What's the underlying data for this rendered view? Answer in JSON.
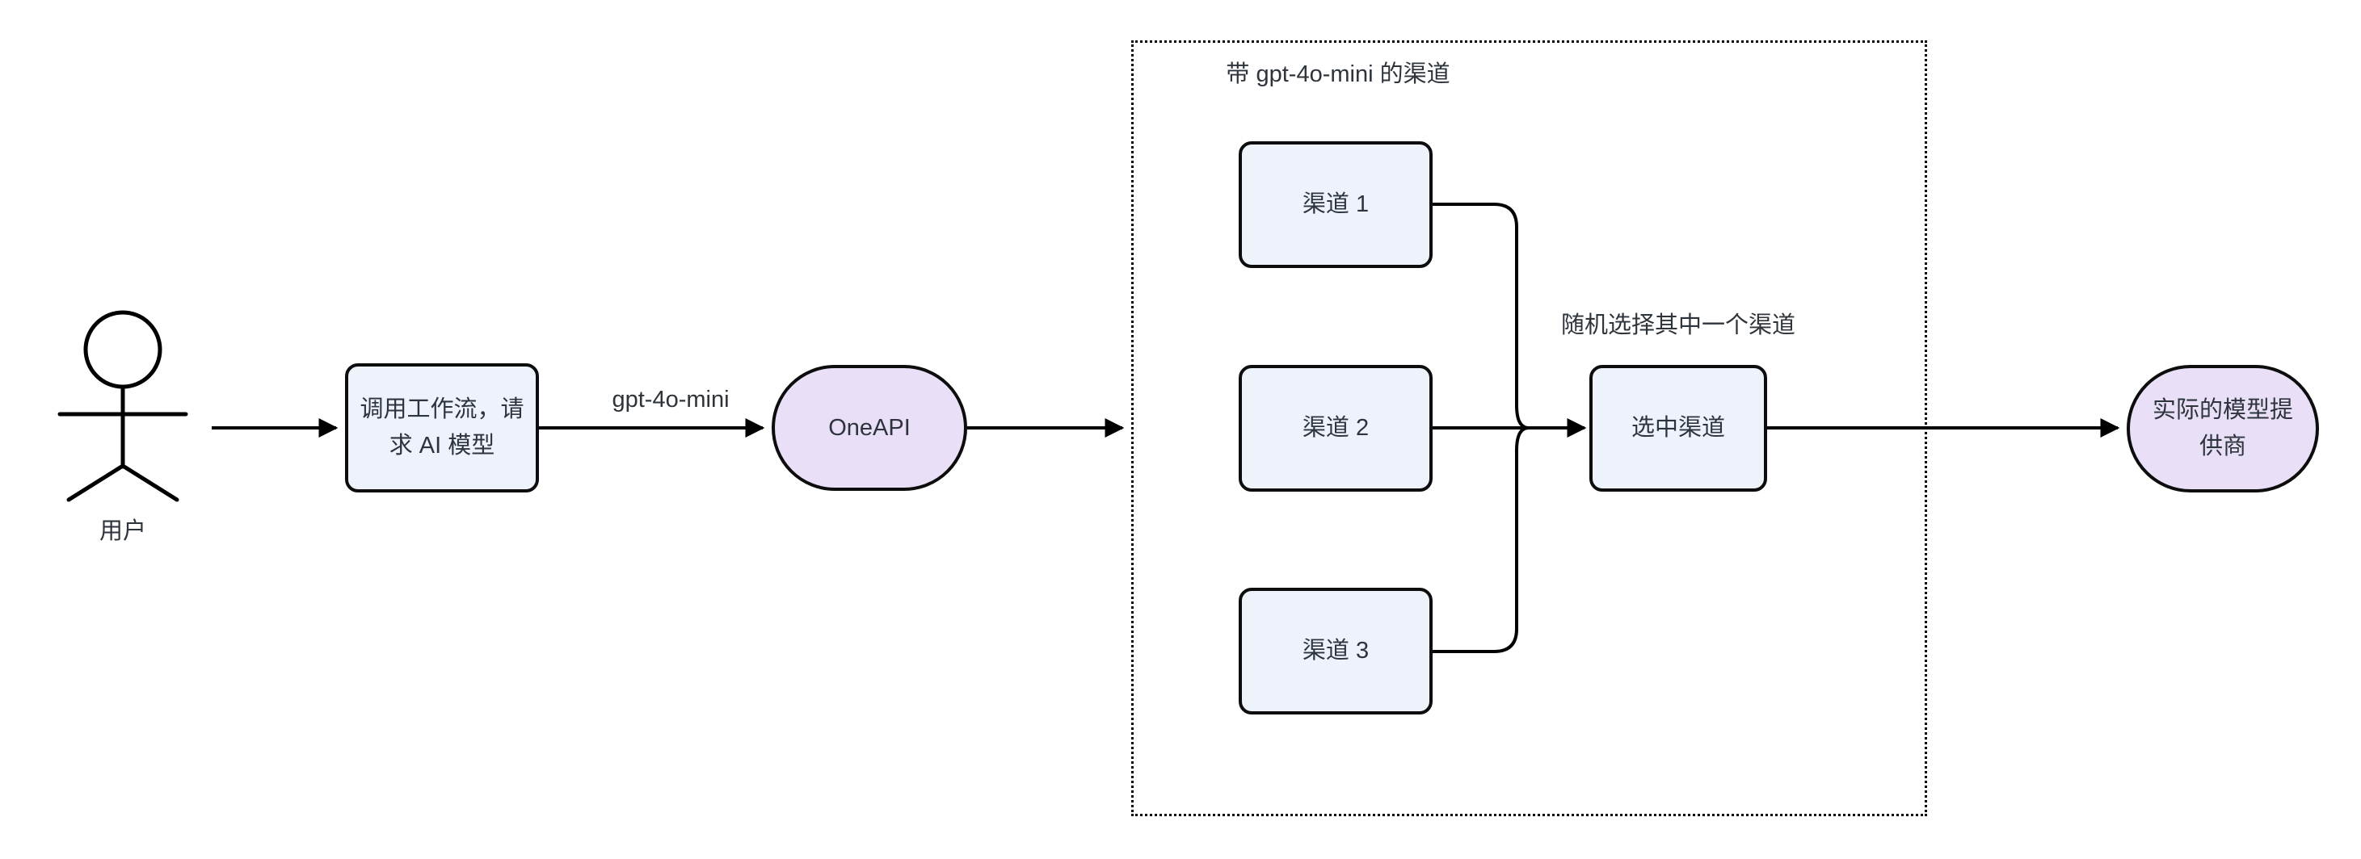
{
  "diagram": {
    "kind": "flowchart",
    "background": "#ffffff",
    "colors": {
      "box_fill": "#EDF2FB",
      "stadium_fill": "#E9E0F8",
      "node_border": "#0d0d0d",
      "edge_line": "#000000",
      "text": "#2e343c"
    },
    "actor": {
      "label": "用户"
    },
    "nodes": {
      "workflow": {
        "lines": [
          "调用工作流，请",
          "求 AI 模型"
        ]
      },
      "oneapi": {
        "label": "OneAPI"
      },
      "channel1": {
        "label": "渠道 1"
      },
      "channel2": {
        "label": "渠道 2"
      },
      "channel3": {
        "label": "渠道 3"
      },
      "selected": {
        "label": "选中渠道"
      },
      "provider": {
        "lines": [
          "实际的模型提",
          "供商"
        ]
      }
    },
    "subgraph": {
      "title": "带 gpt-4o-mini 的渠道"
    },
    "edge_labels": {
      "model": "gpt-4o-mini",
      "random_pick": "随机选择其中一个渠道"
    }
  }
}
